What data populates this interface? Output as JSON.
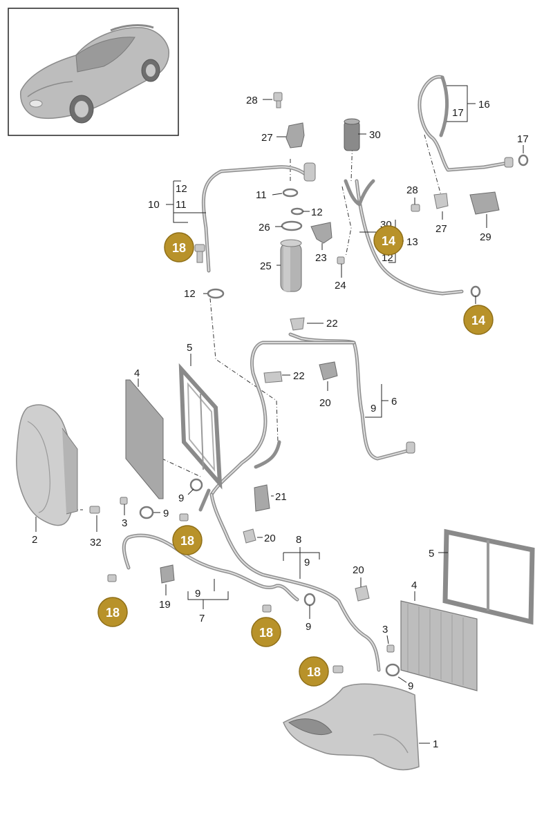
{
  "callouts": [
    {
      "id": "c28a",
      "text": "28"
    },
    {
      "id": "c27a",
      "text": "27"
    },
    {
      "id": "c30a",
      "text": "30"
    },
    {
      "id": "c12a",
      "text": "12"
    },
    {
      "id": "c10",
      "text": "10"
    },
    {
      "id": "c11",
      "text": "11"
    },
    {
      "id": "c11b",
      "text": "11"
    },
    {
      "id": "c12b",
      "text": "12"
    },
    {
      "id": "c26",
      "text": "26"
    },
    {
      "id": "c25",
      "text": "25"
    },
    {
      "id": "c23",
      "text": "23"
    },
    {
      "id": "c24",
      "text": "24"
    },
    {
      "id": "c12c",
      "text": "12"
    },
    {
      "id": "c30b",
      "text": "30"
    },
    {
      "id": "c13",
      "text": "13"
    },
    {
      "id": "c12d",
      "text": "12"
    },
    {
      "id": "c16",
      "text": "16"
    },
    {
      "id": "c17a",
      "text": "17"
    },
    {
      "id": "c17b",
      "text": "17"
    },
    {
      "id": "c28b",
      "text": "28"
    },
    {
      "id": "c27b",
      "text": "27"
    },
    {
      "id": "c29",
      "text": "29"
    },
    {
      "id": "c22a",
      "text": "22"
    },
    {
      "id": "c22b",
      "text": "22"
    },
    {
      "id": "c20a",
      "text": "20"
    },
    {
      "id": "c9a",
      "text": "9"
    },
    {
      "id": "c6",
      "text": "6"
    },
    {
      "id": "c5a",
      "text": "5"
    },
    {
      "id": "c4a",
      "text": "4"
    },
    {
      "id": "c2",
      "text": "2"
    },
    {
      "id": "c32",
      "text": "32"
    },
    {
      "id": "c3a",
      "text": "3"
    },
    {
      "id": "c9b",
      "text": "9"
    },
    {
      "id": "c9c",
      "text": "9"
    },
    {
      "id": "c21",
      "text": "21"
    },
    {
      "id": "c20b",
      "text": "20"
    },
    {
      "id": "c8",
      "text": "8"
    },
    {
      "id": "c9d",
      "text": "9"
    },
    {
      "id": "c19",
      "text": "19"
    },
    {
      "id": "c9e",
      "text": "9"
    },
    {
      "id": "c7",
      "text": "7"
    },
    {
      "id": "c9f",
      "text": "9"
    },
    {
      "id": "c20c",
      "text": "20"
    },
    {
      "id": "c5b",
      "text": "5"
    },
    {
      "id": "c4b",
      "text": "4"
    },
    {
      "id": "c3b",
      "text": "3"
    },
    {
      "id": "c9g",
      "text": "9"
    },
    {
      "id": "c1",
      "text": "1"
    }
  ],
  "badges": [
    {
      "id": "b18a",
      "text": "18"
    },
    {
      "id": "b14a",
      "text": "14"
    },
    {
      "id": "b14b",
      "text": "14"
    },
    {
      "id": "b18b",
      "text": "18"
    },
    {
      "id": "b18c",
      "text": "18"
    },
    {
      "id": "b18d",
      "text": "18"
    },
    {
      "id": "b18e",
      "text": "18"
    }
  ],
  "colors": {
    "badge_fill": "#b8922a",
    "line": "#222222",
    "part_gray": "#c9c9c9"
  }
}
